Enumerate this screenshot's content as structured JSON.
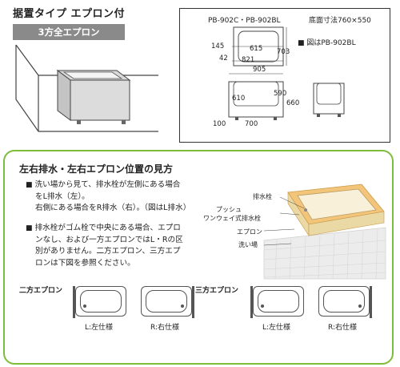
{
  "header": {
    "title": "据置タイプ エプロン付",
    "badge": "3方全エプロン"
  },
  "spec": {
    "model": "PB-902C・PB-902BL",
    "base_size": "底面寸法760×550",
    "note": "■ 図はPB-902BL",
    "top_view": {
      "d145": "145",
      "d615": "615",
      "d42": "42",
      "d821": "821",
      "d703": "703",
      "d905": "905"
    },
    "side_view": {
      "d610": "610",
      "d100": "100",
      "d700": "700"
    },
    "end_view": {
      "d590": "590",
      "d660": "660"
    }
  },
  "howto": {
    "title": "左右排水・左右エプロン位置の見方",
    "para1_line1": "洗い場から見て、排水栓が左側にある場合",
    "para1_line2": "をL排水（左）。",
    "para1_line3": "右側にある場合をR排水（右）。（図はL排水）",
    "para2_line1": "排水栓がゴム栓で中央にある場合、エプロ",
    "para2_line2": "ンなし、および一方エプロンではL・Rの区",
    "para2_line3": "別がありません。二方エプロン、三方エプ",
    "para2_line4": "ロンは下図を参照ください。",
    "labels": {
      "drain": "排水栓",
      "push1": "プッシュ",
      "push2": "ワンウェイ式排水栓",
      "apron": "エプロン",
      "floor": "洗い場"
    },
    "two_apron": "二方エプロン",
    "three_apron": "三方エプロン",
    "captions": [
      "L:左仕様",
      "R:右仕様",
      "L:左仕様",
      "R:右仕様"
    ]
  },
  "colors": {
    "green_border": "#7dbd3b",
    "tub_fill": "#ead9a4",
    "tub_rim": "#f3c57a",
    "tile": "#e6e6e6",
    "badge": "#8a8a8a"
  }
}
